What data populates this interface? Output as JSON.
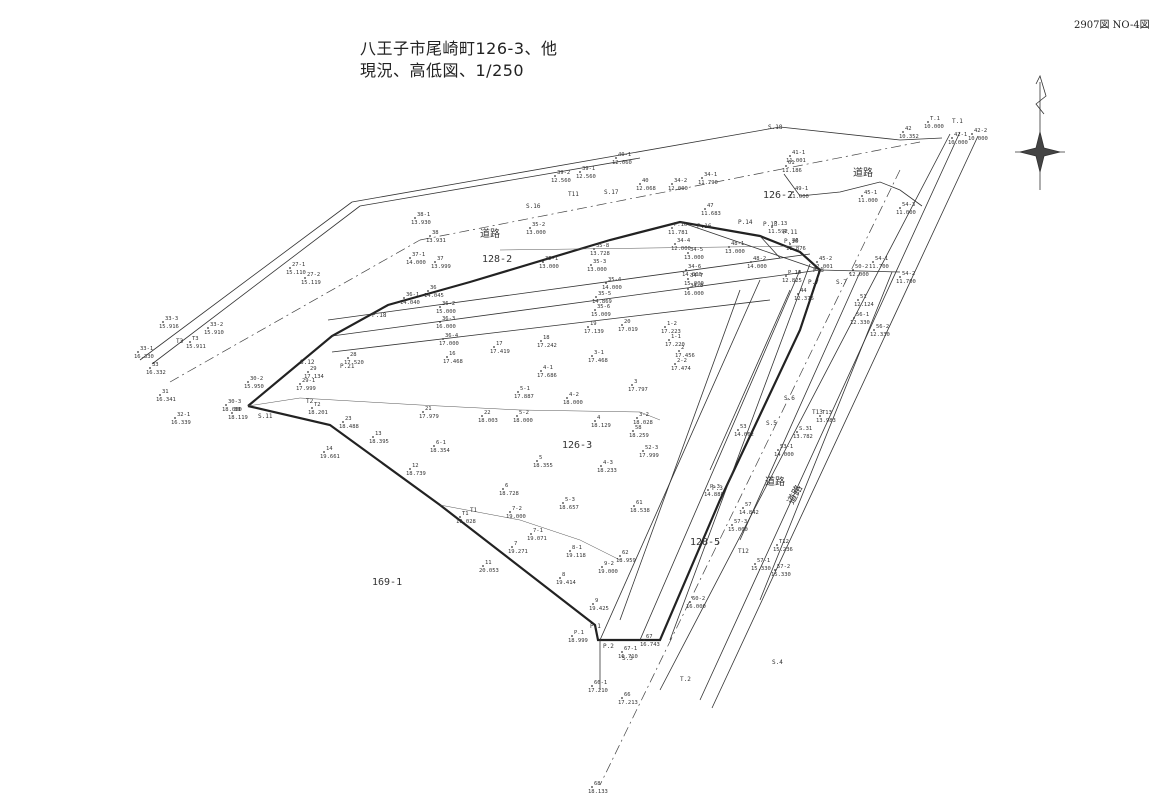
{
  "sheet_number": "2907図 NO-4図",
  "title": {
    "line1": "八王子市尾崎町126-3、他",
    "line2": "現況、高低図、1/250"
  },
  "parcels": [
    "128-2",
    "126-2",
    "126-3",
    "128-5",
    "169-1"
  ],
  "road_labels": [
    "道路",
    "道路",
    "道路",
    "道路"
  ],
  "stations": [
    {
      "id": "P.18"
    },
    {
      "id": "P.16"
    },
    {
      "id": "P.14"
    },
    {
      "id": "P.13"
    },
    {
      "id": "P.10"
    },
    {
      "id": "P.11"
    },
    {
      "id": "P.8"
    },
    {
      "id": "P.7"
    },
    {
      "id": "P.3"
    },
    {
      "id": "P.2"
    },
    {
      "id": "P.1"
    },
    {
      "id": "P.21"
    },
    {
      "id": "S.18"
    },
    {
      "id": "S.17"
    },
    {
      "id": "S.16"
    },
    {
      "id": "S.12"
    },
    {
      "id": "S.11"
    },
    {
      "id": "S.7"
    },
    {
      "id": "S.6"
    },
    {
      "id": "S.5"
    },
    {
      "id": "S.4"
    },
    {
      "id": "S.3"
    },
    {
      "id": "T.1"
    },
    {
      "id": "T11"
    },
    {
      "id": "T13"
    },
    {
      "id": "T12"
    },
    {
      "id": "T3"
    },
    {
      "id": "T2"
    },
    {
      "id": "T1"
    },
    {
      "id": "T.2"
    }
  ],
  "spot_heights": [
    {
      "id": "40-1",
      "elev": "12.060"
    },
    {
      "id": "39-2",
      "elev": "12.560"
    },
    {
      "id": "39-1",
      "elev": "12.560"
    },
    {
      "id": "40",
      "elev": "12.068"
    },
    {
      "id": "34-2",
      "elev": "12.000"
    },
    {
      "id": "34-1",
      "elev": "11.790"
    },
    {
      "id": "41-1",
      "elev": "11.001"
    },
    {
      "id": "42",
      "elev": "10.352"
    },
    {
      "id": "42-1",
      "elev": "10.000"
    },
    {
      "id": "42-2",
      "elev": "10.000"
    },
    {
      "id": "T.1",
      "elev": "10.000"
    },
    {
      "id": "38-1",
      "elev": "13.930"
    },
    {
      "id": "38",
      "elev": "13.931"
    },
    {
      "id": "37-1",
      "elev": "14.000"
    },
    {
      "id": "37",
      "elev": "13.999"
    },
    {
      "id": "27-1",
      "elev": "15.110"
    },
    {
      "id": "27-2",
      "elev": "15.119"
    },
    {
      "id": "33-3",
      "elev": "15.916"
    },
    {
      "id": "33-2",
      "elev": "15.910"
    },
    {
      "id": "T3",
      "elev": "15.911"
    },
    {
      "id": "33-1",
      "elev": "16.330"
    },
    {
      "id": "33",
      "elev": "16.332"
    },
    {
      "id": "31",
      "elev": "16.341"
    },
    {
      "id": "32-1",
      "elev": "16.339"
    },
    {
      "id": "30-2",
      "elev": "15.950"
    },
    {
      "id": "30-3",
      "elev": "18.000"
    },
    {
      "id": "30",
      "elev": "18.119"
    },
    {
      "id": "29-1",
      "elev": "17.999"
    },
    {
      "id": "29",
      "elev": "17.134"
    },
    {
      "id": "28",
      "elev": "17.520"
    },
    {
      "id": "T2",
      "elev": "18.201"
    },
    {
      "id": "21",
      "elev": "17.979"
    },
    {
      "id": "23",
      "elev": "18.488"
    },
    {
      "id": "13",
      "elev": "18.395"
    },
    {
      "id": "14",
      "elev": "19.661"
    },
    {
      "id": "12",
      "elev": "18.739"
    },
    {
      "id": "22",
      "elev": "18.003"
    },
    {
      "id": "5",
      "elev": "18.355"
    },
    {
      "id": "6",
      "elev": "18.728"
    },
    {
      "id": "T1",
      "elev": "19.028"
    },
    {
      "id": "7-1",
      "elev": "19.071"
    },
    {
      "id": "7",
      "elev": "19.271"
    },
    {
      "id": "11",
      "elev": "20.053"
    },
    {
      "id": "8",
      "elev": "19.414"
    },
    {
      "id": "9",
      "elev": "19.425"
    },
    {
      "id": "P.1",
      "elev": "18.999"
    },
    {
      "id": "66-1",
      "elev": "17.210"
    },
    {
      "id": "66",
      "elev": "17.213"
    },
    {
      "id": "68",
      "elev": "18.133"
    },
    {
      "id": "67",
      "elev": "16.743"
    },
    {
      "id": "67-1",
      "elev": "16.710"
    },
    {
      "id": "60-2",
      "elev": "16.000"
    },
    {
      "id": "57-3",
      "elev": "15.000"
    },
    {
      "id": "57-1",
      "elev": "15.330"
    },
    {
      "id": "57-2",
      "elev": "15.330"
    },
    {
      "id": "T12",
      "elev": "15.236"
    },
    {
      "id": "57",
      "elev": "14.842"
    },
    {
      "id": "53-1",
      "elev": "14.000"
    },
    {
      "id": "53",
      "elev": "14.062"
    },
    {
      "id": "T13",
      "elev": "13.983"
    },
    {
      "id": "S.31",
      "elev": "13.782"
    },
    {
      "id": "56-1",
      "elev": "12.330"
    },
    {
      "id": "56-2",
      "elev": "12.330"
    },
    {
      "id": "54-2",
      "elev": "11.700"
    },
    {
      "id": "54-1",
      "elev": "11.700"
    },
    {
      "id": "50-2",
      "elev": "12.000"
    },
    {
      "id": "45-2",
      "elev": "12.001"
    },
    {
      "id": "46",
      "elev": "11.876"
    },
    {
      "id": "47",
      "elev": "11.683"
    },
    {
      "id": "49-1",
      "elev": "11.000"
    },
    {
      "id": "45-1",
      "elev": "11.000"
    },
    {
      "id": "54-3",
      "elev": "11.000"
    },
    {
      "id": "61",
      "elev": "11.186"
    },
    {
      "id": "35-2",
      "elev": "13.000"
    },
    {
      "id": "35-1",
      "elev": "13.000"
    },
    {
      "id": "35-3",
      "elev": "13.000"
    },
    {
      "id": "35-8",
      "elev": "13.728"
    },
    {
      "id": "35-4",
      "elev": "14.000"
    },
    {
      "id": "35-5",
      "elev": "14.869"
    },
    {
      "id": "35-6",
      "elev": "15.009"
    },
    {
      "id": "36",
      "elev": "14.045"
    },
    {
      "id": "36-1",
      "elev": "14.040"
    },
    {
      "id": "36-2",
      "elev": "15.000"
    },
    {
      "id": "36-3",
      "elev": "16.000"
    },
    {
      "id": "36-4",
      "elev": "17.000"
    },
    {
      "id": "16",
      "elev": "17.468"
    },
    {
      "id": "17",
      "elev": "17.419"
    },
    {
      "id": "18",
      "elev": "17.242"
    },
    {
      "id": "19",
      "elev": "17.139"
    },
    {
      "id": "20",
      "elev": "17.019"
    },
    {
      "id": "1-2",
      "elev": "17.223"
    },
    {
      "id": "1-1",
      "elev": "17.220"
    },
    {
      "id": "2",
      "elev": "17.456"
    },
    {
      "id": "2-2",
      "elev": "17.474"
    },
    {
      "id": "3",
      "elev": "17.797"
    },
    {
      "id": "3-1",
      "elev": "17.468"
    },
    {
      "id": "4-1",
      "elev": "17.686"
    },
    {
      "id": "5-1",
      "elev": "17.887"
    },
    {
      "id": "4-2",
      "elev": "18.000"
    },
    {
      "id": "4",
      "elev": "18.129"
    },
    {
      "id": "3-2",
      "elev": "18.028"
    },
    {
      "id": "5-2",
      "elev": "18.000"
    },
    {
      "id": "58",
      "elev": "18.259"
    },
    {
      "id": "52-3",
      "elev": "17.999"
    },
    {
      "id": "4-3",
      "elev": "18.233"
    },
    {
      "id": "6-1",
      "elev": "18.354"
    },
    {
      "id": "5-3",
      "elev": "18.657"
    },
    {
      "id": "7-2",
      "elev": "19.000"
    },
    {
      "id": "61",
      "elev": "18.538"
    },
    {
      "id": "8-1",
      "elev": "19.118"
    },
    {
      "id": "62",
      "elev": "18.959"
    },
    {
      "id": "9-2",
      "elev": "19.000"
    },
    {
      "id": "P.3",
      "elev": "14.888"
    },
    {
      "id": "44",
      "elev": "12.376"
    },
    {
      "id": "51",
      "elev": "12.124"
    },
    {
      "id": "P.10",
      "elev": "12.825"
    },
    {
      "id": "P.13",
      "elev": "11.592"
    },
    {
      "id": "34-4",
      "elev": "12.000"
    },
    {
      "id": "48-1",
      "elev": "13.000"
    },
    {
      "id": "48-2",
      "elev": "14.000"
    },
    {
      "id": "34-5",
      "elev": "13.000"
    },
    {
      "id": "34-6",
      "elev": "14.000"
    },
    {
      "id": "34-7",
      "elev": "15.000"
    },
    {
      "id": "34-8",
      "elev": "16.000"
    },
    {
      "id": "P.16",
      "elev": "11.781"
    }
  ],
  "colors": {
    "line": "#333333",
    "dash_line": "#444444",
    "text": "#333333",
    "background": "#ffffff"
  }
}
